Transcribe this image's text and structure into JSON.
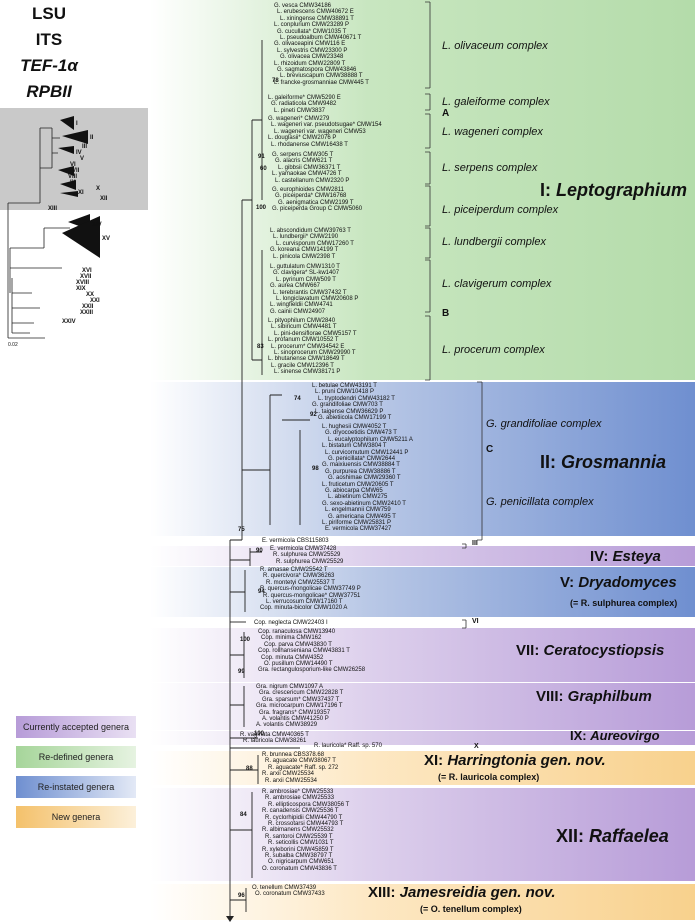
{
  "loci": [
    "LSU",
    "ITS",
    "TEF-1α",
    "RPBII"
  ],
  "overview": {
    "clades": [
      "I",
      "II",
      "III",
      "IV",
      "V",
      "VI",
      "VII",
      "VIII",
      "IX",
      "X",
      "XI",
      "XII",
      "XIII",
      "XIV",
      "XV",
      "XVI",
      "XVII",
      "XVIII",
      "XIX",
      "XX",
      "XXI",
      "XXII",
      "XXIII",
      "XXIV"
    ],
    "scale": "0.02"
  },
  "legend": {
    "accepted": "Currently accepted genera",
    "redefined": "Re-defined genera",
    "reinstated": "Re-instated genera",
    "new": "New genera"
  },
  "colors": {
    "green": "#b4dcaa",
    "blue": "#6f8fd0",
    "purple": "#b79cd8",
    "orange": "#f8d18d"
  },
  "genera": {
    "I": {
      "num": "I: ",
      "name": "Leptographium"
    },
    "II": {
      "num": "II: ",
      "name": "Grosmannia"
    },
    "III": {
      "num": "III"
    },
    "IV": {
      "num": "IV: ",
      "name": "Esteya"
    },
    "V": {
      "num": "V: ",
      "name": "Dryadomyces",
      "sub": "(= R. sulphurea complex)"
    },
    "VI": {
      "num": "VI"
    },
    "VII": {
      "num": "VII: ",
      "name": "Ceratocystiopsis"
    },
    "VIII": {
      "num": "VIII: ",
      "name": "Graphilbum"
    },
    "IX": {
      "num": "IX: ",
      "name": "Aureovirgo"
    },
    "X": {
      "num": "X"
    },
    "XI": {
      "num": "XI: ",
      "name": "Harringtonia gen. nov.",
      "sub": "(= R. lauricola complex)"
    },
    "XII": {
      "num": "XII: ",
      "name": "Raffaelea"
    },
    "XIII": {
      "num": "XIII: ",
      "name": "Jamesreidia gen. nov.",
      "sub": "(= O. tenellum complex)"
    }
  },
  "complexes": {
    "olivaceum": "L. olivaceum complex",
    "galeiforme": "L. galeiforme complex",
    "A": "A",
    "wageneri": "L. wageneri complex",
    "serpens": "L. serpens complex",
    "piceiperdum": "L. piceiperdum complex",
    "lundbergii": "L. lundbergii complex",
    "clavigerum": "L. clavigerum complex",
    "B": "B",
    "procerum": "L. procerum complex",
    "grandifoliae": "G. grandifoliae complex",
    "C": "C",
    "penicillata": "G. penicillata complex"
  },
  "bootstrap": [
    "78",
    "91",
    "60",
    "100",
    "83",
    "74",
    "92",
    "98",
    "75",
    "90",
    "94",
    "100",
    "99",
    "100",
    "88",
    "84",
    "96"
  ],
  "taxa": [
    "G. vesca CMW34186",
    "L. erubescens CMW40672 E",
    "L. xiningense CMW38891 T",
    "L. conplurium CMW23289 P",
    "G. cucullata* CMW1035 T",
    "L. pseudoalbum CMW40671 T",
    "G. olivaceapini CMW116 E",
    "L. sylvestris CMW23300 P",
    "G. olivacea CMW23348",
    "L. rhizoidum CMW22809 T",
    "G. sagmatospora CMW43846",
    "L. breviuscapum CMW38888 T",
    "L. francke-grosmanniae CMW445 T",
    "L. galeiforme* CMW5290 E",
    "G. radiaticola CMW9482",
    "L. pineti CMW3837",
    "G. wageneri* CMW279",
    "L. wageneri var. pseudotsugae* CMW154",
    "L. wageneri var. wageneri CMW53",
    "L. douglasii* CMW2076 P",
    "L. rhodanense CMW16438 T",
    "G. serpens CMW305 T",
    "G. alacris CMW621 T",
    "L. gibbsii CMW36371 T",
    "L. yamaokae CMW4726 T",
    "L. castellanum CMW2320 P",
    "G. europhioides CMW2811",
    "G. piceiperda* CMW16768",
    "G. aenigmatica CMW2199 T",
    "G. piceiperda Group C CMW5060",
    "L. abscondidum CMW39763 T",
    "L. lundbergii* CMW2190",
    "L. curvisporum CMW17260 T",
    "G. koreana CMW14199 T",
    "L. pinicola CMW2398 T",
    "L. guttulatum CMW1310 T",
    "G. clavigera* SL-kw1407",
    "L. pyrinum CMW509 T",
    "G. aurea CMW667",
    "L. terebrantis CMW37432 T",
    "L. longiclavatum CMW20608 P",
    "L. wingfieldii CMW4741",
    "G. cainii CMW24907",
    "L. pityophilum CMW2840",
    "L. sibiricum CMW4481 T",
    "L. pini-densiflorae CMW5157 T",
    "L. profanum CMW10552 T",
    "L. procerum* CMW34542 E",
    "L. sinoprocerum CMW29990 T",
    "L. bhutanense CMW18649 T",
    "L. gracile CMW12396 T",
    "L. sinense CMW38171 P",
    "L. betulae CMW43191 T",
    "L. pruni CMW10418 P",
    "L. tryptodendri CMW43182 T",
    "G. grandifoliae CMW703 T",
    "L. taigense CMW36629 P",
    "G. abietiicola CMW17199 T",
    "L. hughesii CMW4052 T",
    "G. dryocoetidis CMW473 T",
    "L. eucalyptophilum CMW5211 A",
    "L. bistatum CMW3804 T",
    "L. curvicornutum CMW12441 P",
    "G. penicillata* CMW2644",
    "G. maixiuensis CMW38884 T",
    "G. purpurea CMW38886 T",
    "G. aoshimae CMW29360 T",
    "L. fruticetum CMW20605 T",
    "G. abiocarpa CMW65",
    "L. abietinum CMW275",
    "G. sexo-abietinum CMW2410 T",
    "L. engelmannii CMW759",
    "G. americana CMW495 T",
    "L. piriforme CMW25831 P",
    "E. vermicola CMW37427",
    "E. vermicola CBS115803",
    "E. vermicola CMW37428",
    "R. sulphurea CMW25529",
    "R. sulphurea CMW25529",
    "R. amasae CMW25542 T",
    "R. quercivora* CMW36263",
    "R. montetyi CMW25537 T",
    "R. quercus-mongolicae CMW37749 P",
    "R. quercus-mongolicae* CMW37751",
    "L. verrucosum CMW17160 T",
    "Cop. minuta-bicolor CMW1020 A",
    "Cop. neglecta CMW22403 I",
    "Cop. ranaculosa CMW13940",
    "Cop. minima CMW162",
    "Cop. parva CMW43830 T",
    "Cop. rollhanseniana CMW43831 T",
    "Cop. minuta CMW4352",
    "O. pusillum CMW14490 T",
    "Gra. rectangulosporium-like CMW26258",
    "Gra. nigrum CMW1097 A",
    "Gra. crescericum CMW22828 T",
    "Gra. sparsum* CMW37437 T",
    "Gra. microcarpum CMW17196 T",
    "Gra. fragrans* CMW19357",
    "A. volantis CMW41250 P",
    "A. volantis CMW38929",
    "R. vaginata CMW40365 T",
    "R. lauricola CMW38261",
    "R. lauricola* Raff. sp. 570",
    "R. brunnea CBS378.68",
    "R. aguacate CMW38067 T",
    "R. aguacate* Raff. sp. 272",
    "R. arxii CMW25534",
    "R. arxii CMW25534",
    "R. ambrosiae* CMW25533",
    "R. ambrosiae CMW25533",
    "R. ellipticospora CMW38056 T",
    "R. canadensis CMW25536 T",
    "R. cyclorhipidii CMW44790 T",
    "R. crossotarsi CMW44793 T",
    "R. albimanens CMW25532",
    "R. santoroi CMW25539 T",
    "R. seticollis CMW1031 T",
    "R. xyleborini CMW45859 T",
    "R. subalba CMW38797 T",
    "O. nigricarpum CMW651",
    "O. coronatum CMW43836 T",
    "O. tenellum CMW37439",
    "O. coronatum CMW37433"
  ]
}
